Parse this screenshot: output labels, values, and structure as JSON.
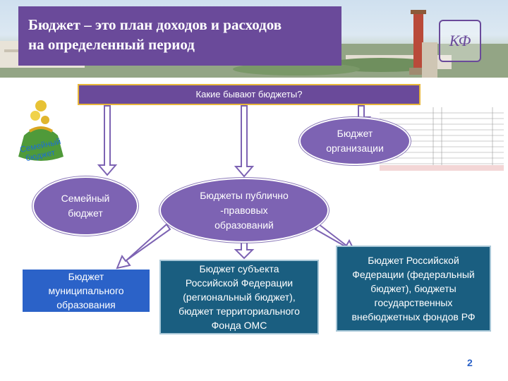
{
  "header": {
    "title_lines": [
      "Бюджет – это план доходов и расходов",
      "на определенный период"
    ],
    "logo_text": "КФ"
  },
  "question": "Какие бывают бюджеты?",
  "purse_label_lines": [
    "Семейный",
    "бюджет"
  ],
  "nodes": {
    "organization": [
      "Бюджет",
      "организации"
    ],
    "family": [
      "Семейный",
      "бюджет"
    ],
    "public": [
      "Бюджеты публично",
      "-правовых",
      "образований"
    ],
    "municipal": [
      "Бюджет",
      "муниципального",
      "образования"
    ],
    "regional": [
      "Бюджет субъекта",
      "Российской Федерации",
      "(региональный бюджет),",
      "бюджет территориального",
      "Фонда ОМС"
    ],
    "federal": [
      "Бюджет Российской",
      "Федерации  (федеральный",
      "бюджет), бюджеты",
      "государственных",
      "внебюджетных фондов РФ"
    ]
  },
  "page_number": "2",
  "colors": {
    "purple": "#6a4a9a",
    "ellipse": "#7d63b3",
    "blue": "#2b62c8",
    "teal": "#1a5e80",
    "gold": "#e7b63a"
  }
}
